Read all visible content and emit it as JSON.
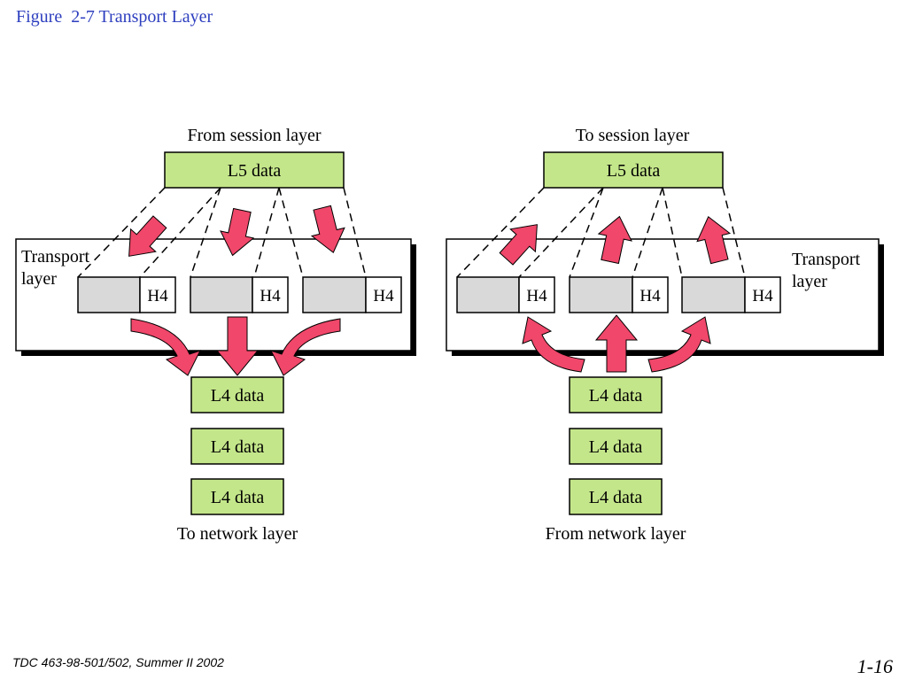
{
  "slide": {
    "title": "Figure  2-7 Transport Layer",
    "footer_course": "TDC 463-98-501/502, Summer II 2002",
    "page_number": "1-16"
  },
  "sender": {
    "top_label": "From session layer",
    "l5_label": "L5 data",
    "layer_label_line1": "Transport",
    "layer_label_line2": "layer",
    "segments": [
      {
        "header": "H4"
      },
      {
        "header": "H4"
      },
      {
        "header": "H4"
      }
    ],
    "l4_blocks": [
      "L4 data",
      "L4 data",
      "L4 data"
    ],
    "bottom_label": "To network layer"
  },
  "receiver": {
    "top_label": "To session layer",
    "l5_label": "L5 data",
    "layer_label_line1": "Transport",
    "layer_label_line2": "layer",
    "segments": [
      {
        "header": "H4"
      },
      {
        "header": "H4"
      },
      {
        "header": "H4"
      }
    ],
    "l4_blocks": [
      "L4 data",
      "L4 data",
      "L4 data"
    ],
    "bottom_label": "From network layer"
  },
  "colors": {
    "data_box": "#c4e68a",
    "segment_body": "#d9d9d9",
    "arrow": "#f0476a",
    "title": "#2e3fbf"
  }
}
